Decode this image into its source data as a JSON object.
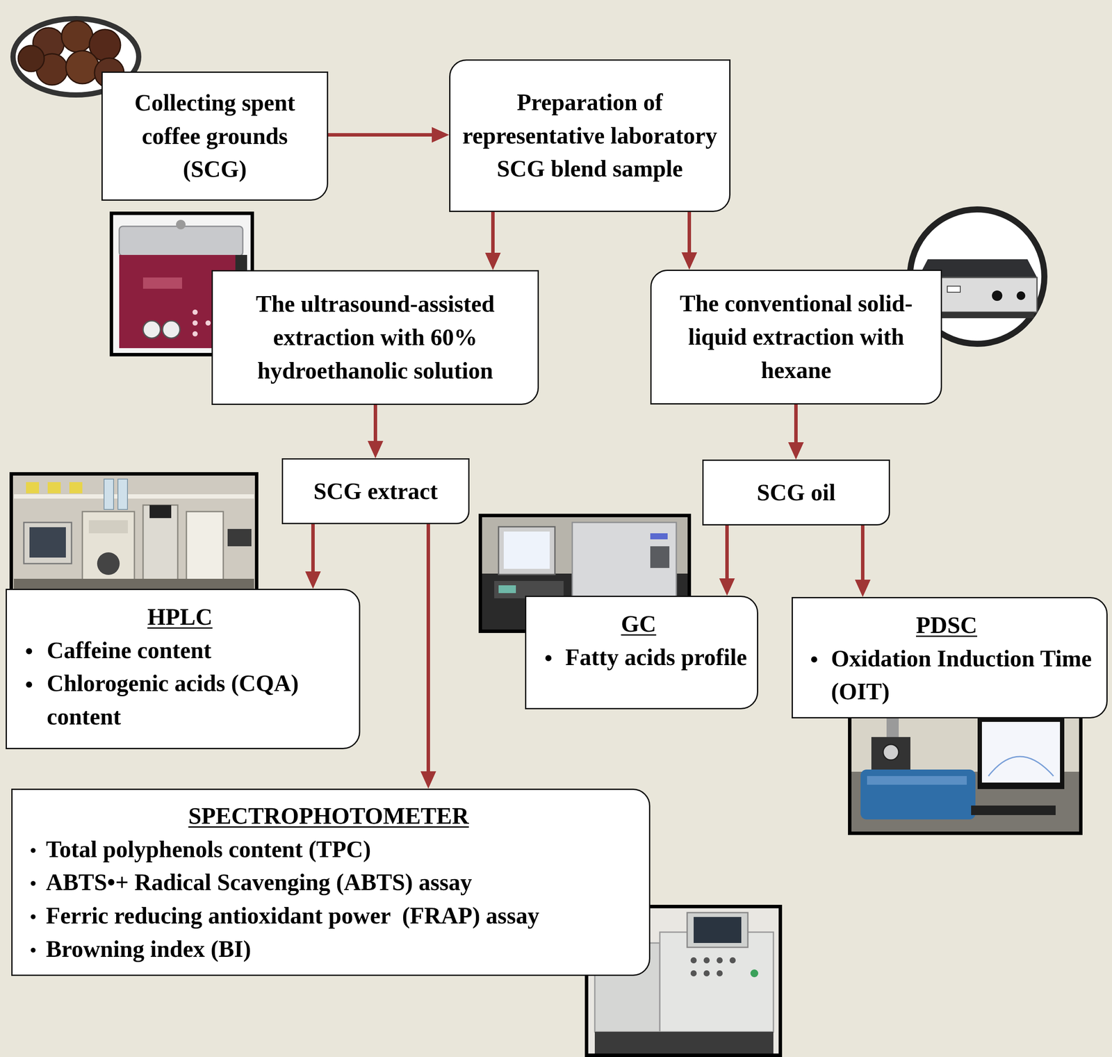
{
  "diagram": {
    "nodes": [
      {
        "text": [
          "Collecting spent coffee grounds (SCG)"
        ]
      },
      {
        "text": [
          "Preparation of representative laboratory SCG blend sample"
        ]
      },
      {
        "text": [
          "The ultrasound-assisted extraction with 60% hydroethanolic solution"
        ]
      },
      {
        "text": [
          "The conventional solid-liquid extraction with hexane"
        ]
      },
      {
        "text": [
          "SCG extract"
        ]
      },
      {
        "text": [
          "SCG oil"
        ]
      },
      {
        "text": [
          "HPLC",
          "Caffeine content",
          "Chlorogenic acids (CQA) content"
        ]
      },
      {
        "text": [
          "GC",
          "Fatty acids profile"
        ]
      },
      {
        "text": [
          "PDSC",
          "Oxidation Induction Time (OIT)"
        ]
      },
      {
        "text": [
          "SPECTROPHOTOMETER",
          "Total polyphenols content (TPC)",
          "ABTS•+ Radical Scavenging (ABTS) assay",
          "Ferric reducing antioxidant power  (FRAP) assay",
          "Browning index (BI)"
        ]
      }
    ],
    "edges": [
      {
        "from": 0,
        "to": 1,
        "arrow": "to"
      },
      {
        "from": 1,
        "to": 2,
        "arrow": "to"
      },
      {
        "from": 1,
        "to": 3,
        "arrow": "to"
      },
      {
        "from": 2,
        "to": 4,
        "arrow": "to"
      },
      {
        "from": 3,
        "to": 5,
        "arrow": "to"
      },
      {
        "from": 4,
        "to": 6,
        "arrow": "to"
      },
      {
        "from": 4,
        "to": 9,
        "arrow": "to"
      },
      {
        "from": 5,
        "to": 7,
        "arrow": "to"
      },
      {
        "from": 5,
        "to": 8,
        "arrow": "to"
      }
    ]
  }
}
